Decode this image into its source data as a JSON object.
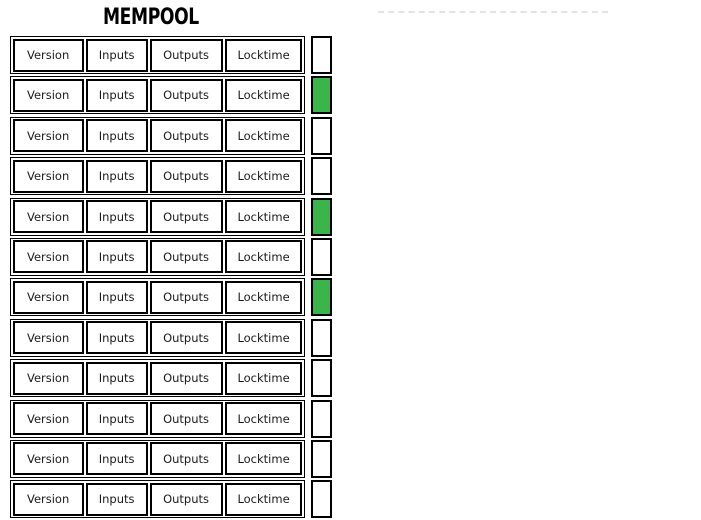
{
  "title": "MEMPOOL",
  "decorations": {
    "dashed_line_color": "#e3e3e3"
  },
  "colors": {
    "indicator_green": "#3ab54a",
    "indicator_white": "#ffffff",
    "box_border": "#000000",
    "cell_text": "#1a1a1a"
  },
  "mempool": {
    "cell_labels": [
      "Version",
      "Inputs",
      "Outputs",
      "Locktime"
    ],
    "rows": [
      {
        "indicator": "white"
      },
      {
        "indicator": "green"
      },
      {
        "indicator": "white"
      },
      {
        "indicator": "white"
      },
      {
        "indicator": "green"
      },
      {
        "indicator": "white"
      },
      {
        "indicator": "green"
      },
      {
        "indicator": "white"
      },
      {
        "indicator": "white"
      },
      {
        "indicator": "white"
      },
      {
        "indicator": "white"
      },
      {
        "indicator": "white"
      }
    ]
  }
}
